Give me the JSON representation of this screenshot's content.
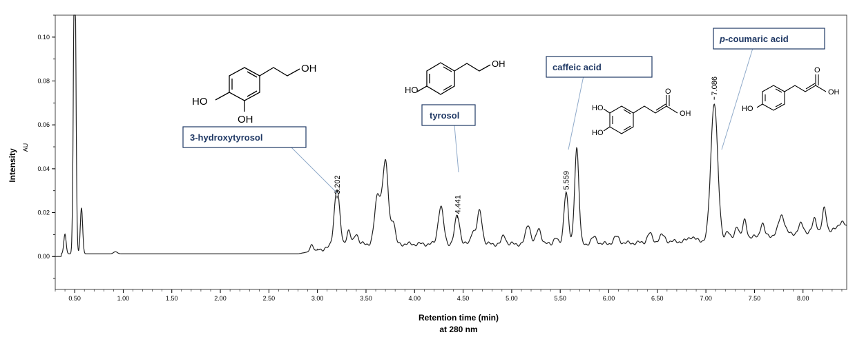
{
  "chart_data": {
    "type": "line",
    "xlabel_line1": "Retention time (min)",
    "xlabel_line2": "at 280 nm",
    "ylabel": "Intensity",
    "yunit": "AU",
    "xlim": [
      0.3,
      8.45
    ],
    "ylim": [
      -0.015,
      0.11
    ],
    "x_ticks": [
      "0.50",
      "1.00",
      "1.50",
      "2.00",
      "2.50",
      "3.00",
      "3.50",
      "4.00",
      "4.50",
      "5.00",
      "5.50",
      "6.00",
      "6.50",
      "7.00",
      "7.50",
      "8.00"
    ],
    "y_ticks": [
      "0.00",
      "0.02",
      "0.04",
      "0.06",
      "0.08",
      "0.10"
    ],
    "grid": false,
    "peaks": [
      {
        "rt": 0.4,
        "height": 0.009,
        "width": 0.012
      },
      {
        "rt": 0.5,
        "height": 0.15,
        "width": 0.012
      },
      {
        "rt": 0.57,
        "height": 0.021,
        "width": 0.012
      },
      {
        "rt": 0.92,
        "height": 0.001,
        "width": 0.02
      },
      {
        "rt": 2.94,
        "height": 0.003,
        "width": 0.015
      },
      {
        "rt": 3.2,
        "height": 0.026,
        "width": 0.028
      },
      {
        "rt": 3.32,
        "height": 0.006,
        "width": 0.02
      },
      {
        "rt": 3.4,
        "height": 0.005,
        "width": 0.02
      },
      {
        "rt": 3.62,
        "height": 0.022,
        "width": 0.03
      },
      {
        "rt": 3.7,
        "height": 0.037,
        "width": 0.03
      },
      {
        "rt": 3.78,
        "height": 0.01,
        "width": 0.02
      },
      {
        "rt": 4.27,
        "height": 0.017,
        "width": 0.028
      },
      {
        "rt": 4.44,
        "height": 0.013,
        "width": 0.026
      },
      {
        "rt": 4.6,
        "height": 0.006,
        "width": 0.02
      },
      {
        "rt": 4.67,
        "height": 0.015,
        "width": 0.026
      },
      {
        "rt": 4.92,
        "height": 0.004,
        "width": 0.02
      },
      {
        "rt": 5.17,
        "height": 0.009,
        "width": 0.025
      },
      {
        "rt": 5.28,
        "height": 0.007,
        "width": 0.025
      },
      {
        "rt": 5.45,
        "height": 0.003,
        "width": 0.02
      },
      {
        "rt": 5.56,
        "height": 0.024,
        "width": 0.022
      },
      {
        "rt": 5.67,
        "height": 0.044,
        "width": 0.022
      },
      {
        "rt": 5.85,
        "height": 0.003,
        "width": 0.03
      },
      {
        "rt": 6.08,
        "height": 0.003,
        "width": 0.03
      },
      {
        "rt": 6.42,
        "height": 0.004,
        "width": 0.025
      },
      {
        "rt": 6.55,
        "height": 0.003,
        "width": 0.03
      },
      {
        "rt": 6.85,
        "height": 0.002,
        "width": 0.03
      },
      {
        "rt": 7.086,
        "height": 0.063,
        "width": 0.035
      },
      {
        "rt": 7.22,
        "height": 0.004,
        "width": 0.02
      },
      {
        "rt": 7.32,
        "height": 0.006,
        "width": 0.02
      },
      {
        "rt": 7.4,
        "height": 0.008,
        "width": 0.02
      },
      {
        "rt": 7.58,
        "height": 0.006,
        "width": 0.02
      },
      {
        "rt": 7.78,
        "height": 0.009,
        "width": 0.03
      },
      {
        "rt": 7.98,
        "height": 0.004,
        "width": 0.025
      },
      {
        "rt": 8.12,
        "height": 0.006,
        "width": 0.02
      },
      {
        "rt": 8.22,
        "height": 0.01,
        "width": 0.02
      },
      {
        "rt": 8.4,
        "height": 0.004,
        "width": 0.03
      }
    ],
    "peak_labels": [
      {
        "text": "3.202",
        "rt": 3.202,
        "y": 0.0265
      },
      {
        "text": "4.441",
        "rt": 4.441,
        "y": 0.0175
      },
      {
        "text": "5.559",
        "rt": 5.559,
        "y": 0.0285
      },
      {
        "text": "7.086",
        "rt": 7.086,
        "y": 0.0715
      }
    ],
    "callouts": [
      {
        "text": "3-hydroxytyrosol",
        "italic_prefix": ""
      },
      {
        "text": "tyrosol",
        "italic_prefix": ""
      },
      {
        "text": "caffeic acid",
        "italic_prefix": ""
      },
      {
        "text": "-coumaric acid",
        "italic_prefix": "p"
      }
    ],
    "molecule_labels": {
      "hydroxytyrosol": [
        "OH",
        "HO",
        "OH"
      ],
      "tyrosol": [
        "OH",
        "HO"
      ],
      "caffeic": [
        "HO",
        "HO",
        "O",
        "OH"
      ],
      "coumaric": [
        "HO",
        "O",
        "OH"
      ]
    }
  }
}
